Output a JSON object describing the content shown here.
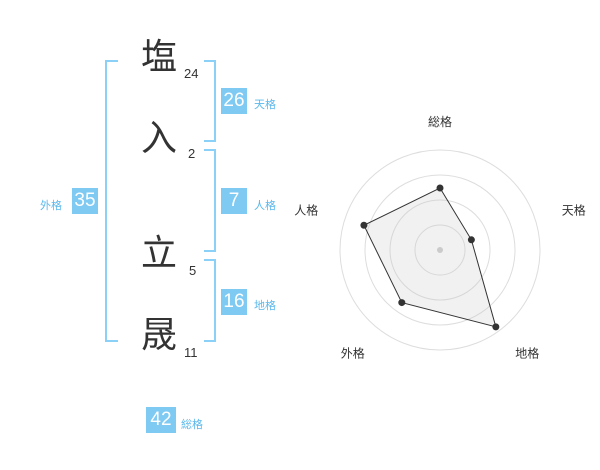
{
  "name": {
    "chars": [
      {
        "char": "塩",
        "strokes": "24"
      },
      {
        "char": "入",
        "strokes": "2"
      },
      {
        "char": "立",
        "strokes": "5"
      },
      {
        "char": "晟",
        "strokes": "11"
      }
    ]
  },
  "fortune": {
    "tenkaku": {
      "value": "26",
      "label": "天格"
    },
    "jinkaku": {
      "value": "7",
      "label": "人格"
    },
    "chikaku": {
      "value": "16",
      "label": "地格"
    },
    "gaikaku": {
      "value": "35",
      "label": "外格"
    },
    "soukaku": {
      "value": "42",
      "label": "総格"
    }
  },
  "colors": {
    "accent": "#7fcaf3",
    "bracket": "#8bd0f6",
    "label": "#5ab8ec"
  },
  "chart_data": {
    "type": "radar",
    "axes": [
      "総格",
      "天格",
      "地格",
      "外格",
      "人格"
    ],
    "values": [
      0.62,
      0.33,
      0.95,
      0.65,
      0.8
    ],
    "max": 1,
    "rings": 4
  }
}
